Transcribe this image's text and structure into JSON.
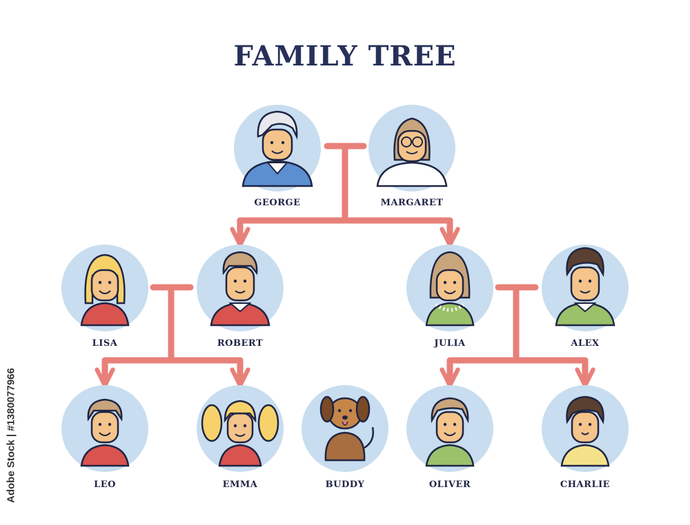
{
  "title": "FAMILY TREE",
  "members": {
    "george": "GEORGE",
    "margaret": "MARGARET",
    "lisa": "LISA",
    "robert": "ROBERT",
    "julia": "JULIA",
    "alex": "ALEX",
    "leo": "LEO",
    "emma": "EMMA",
    "buddy": "BUDDY",
    "oliver": "OLIVER",
    "charlie": "CHARLIE"
  },
  "stock_id": "Adobe Stock | #1380077966",
  "colors": {
    "connector": "#e8807a",
    "circle": "#c8ddef",
    "outline": "#1f2544",
    "title": "#27305a",
    "skin": "#f4c48a"
  }
}
